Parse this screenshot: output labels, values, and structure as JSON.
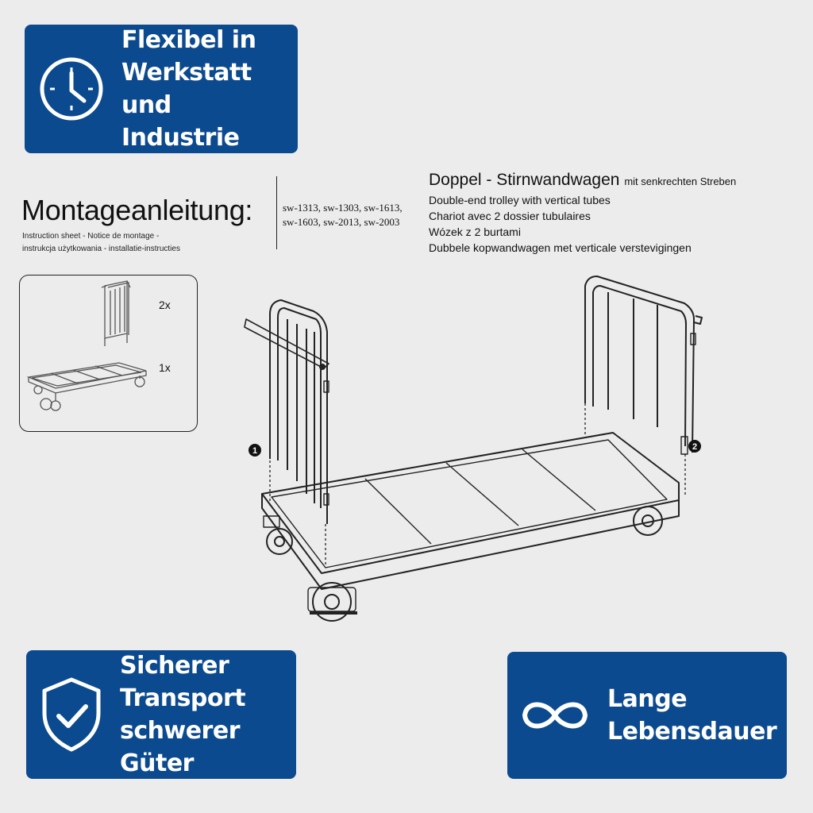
{
  "badges": {
    "top": {
      "icon": "clock-icon",
      "line1": "Flexibel in",
      "line2": "Werkstatt und",
      "line3": "Industrie"
    },
    "bottom_left": {
      "icon": "shield-check-icon",
      "line1": "Sicherer",
      "line2": "Transport",
      "line3": "schwerer Güter"
    },
    "bottom_right": {
      "icon": "infinity-icon",
      "line1": "Lange",
      "line2": "Lebensdauer"
    }
  },
  "header": {
    "title": "Montageanleitung:",
    "subtitle_line1": "Instruction sheet - Notice de montage -",
    "subtitle_line2": "instrukcja użytkowania - installatie-instructies",
    "models_line1": "sw-1313, sw-1303, sw-1613,",
    "models_line2": "sw-1603, sw-2013, sw-2003",
    "product_title": "Doppel - Stirnwandwagen",
    "product_title_suffix": "mit senkrechten Streben",
    "desc_en": "Double-end trolley with vertical tubes",
    "desc_fr": "Chariot avec 2 dossier tubulaires",
    "desc_pl": "Wózek z 2 burtami",
    "desc_nl": "Dubbele kopwandwagen met verticale verstevigingen"
  },
  "parts": {
    "qty_ends": "2x",
    "qty_base": "1x"
  },
  "steps": {
    "step1": "1",
    "step2": "2"
  },
  "colors": {
    "badge_blue": "#0c4a8f",
    "background": "#ececec"
  }
}
